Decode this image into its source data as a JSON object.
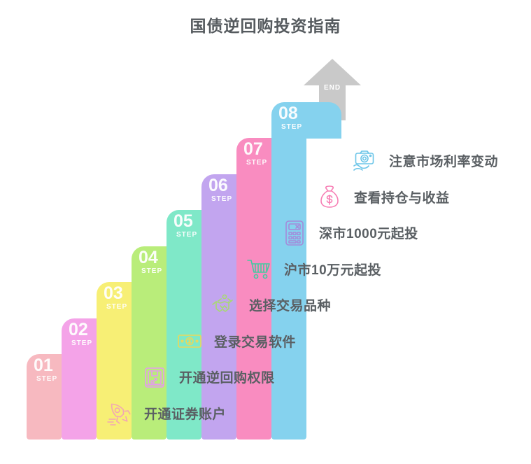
{
  "title": "国债逆回购投资指南",
  "end_marker": {
    "label": "END",
    "color": "#c9c9c9"
  },
  "step_word": "STEP",
  "steps": [
    {
      "num": "01",
      "label": "STEP",
      "color": "#f7b9c0",
      "text": "开通证券账户",
      "icon": "rocket-icon",
      "icon_color": "#f2a6b4"
    },
    {
      "num": "02",
      "label": "STEP",
      "color": "#f4a3e8",
      "text": "开通逆回购权限",
      "icon": "atm-machine-icon",
      "icon_color": "#e49bec"
    },
    {
      "num": "03",
      "label": "STEP",
      "color": "#f7ef75",
      "text": "登录交易软件",
      "icon": "banknote-icon",
      "icon_color": "#ead85a"
    },
    {
      "num": "04",
      "label": "STEP",
      "color": "#b9ed7a",
      "text": "选择交易品种",
      "icon": "handshake-icon",
      "icon_color": "#a8d973"
    },
    {
      "num": "05",
      "label": "STEP",
      "color": "#7fe8c8",
      "text": "沪市10万元起投",
      "icon": "shopping-cart-icon",
      "icon_color": "#46c9a0"
    },
    {
      "num": "06",
      "label": "STEP",
      "color": "#c2a5ef",
      "text": "深市1000元起投",
      "icon": "calculator-icon",
      "icon_color": "#a48ada"
    },
    {
      "num": "07",
      "label": "STEP",
      "color": "#f98cc0",
      "text": "查看持仓与收益",
      "icon": "money-bag-icon",
      "icon_color": "#f77fb5"
    },
    {
      "num": "08",
      "label": "STEP",
      "color": "#85d2ee",
      "text": "注意市场利率变动",
      "icon": "camera-in-hand-icon",
      "icon_color": "#6cc5e8"
    }
  ]
}
